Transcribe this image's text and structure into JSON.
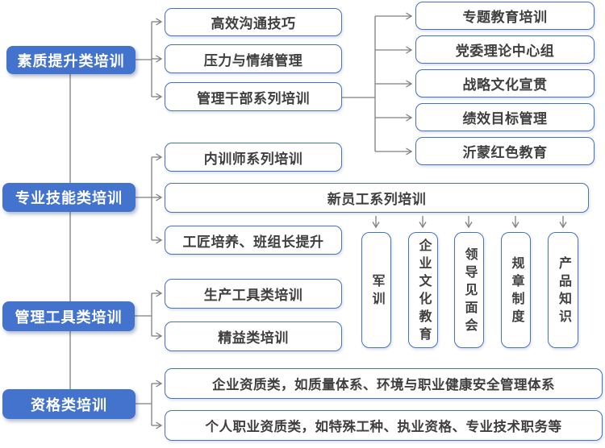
{
  "colors": {
    "category_fill": "#4473CE",
    "item_border": "#4472C4",
    "item_text": "#3F3F3F",
    "category_text": "#FFFFFF",
    "connector": "#7F7F7F",
    "background": "#FFFFFF"
  },
  "tree": {
    "quality": {
      "label": "素质提升类培训",
      "items": [
        "高效沟通技巧",
        "压力与情绪管理",
        "管理干部系列培训"
      ],
      "cadre_children": [
        "专题教育培训",
        "党委理论中心组",
        "战略文化宣贯",
        "绩效目标管理",
        "沂蒙红色教育"
      ]
    },
    "skills": {
      "label": "专业技能类培训",
      "items": [
        "内训师系列培训",
        "新员工系列培训",
        "工匠培养、班组长提升"
      ],
      "newcomer_children": [
        "军训",
        "企业文化教育",
        "领导见面会",
        "规章制度",
        "产品知识"
      ]
    },
    "tools": {
      "label": "管理工具类培训",
      "items": [
        "生产工具类培训",
        "精益类培训"
      ]
    },
    "qualification": {
      "label": "资格类培训",
      "items": [
        "企业资质类，如质量体系、环境与职业健康安全管理体系",
        "个人职业资质类，如特殊工种、执业资格、专业技术职务等"
      ]
    }
  }
}
